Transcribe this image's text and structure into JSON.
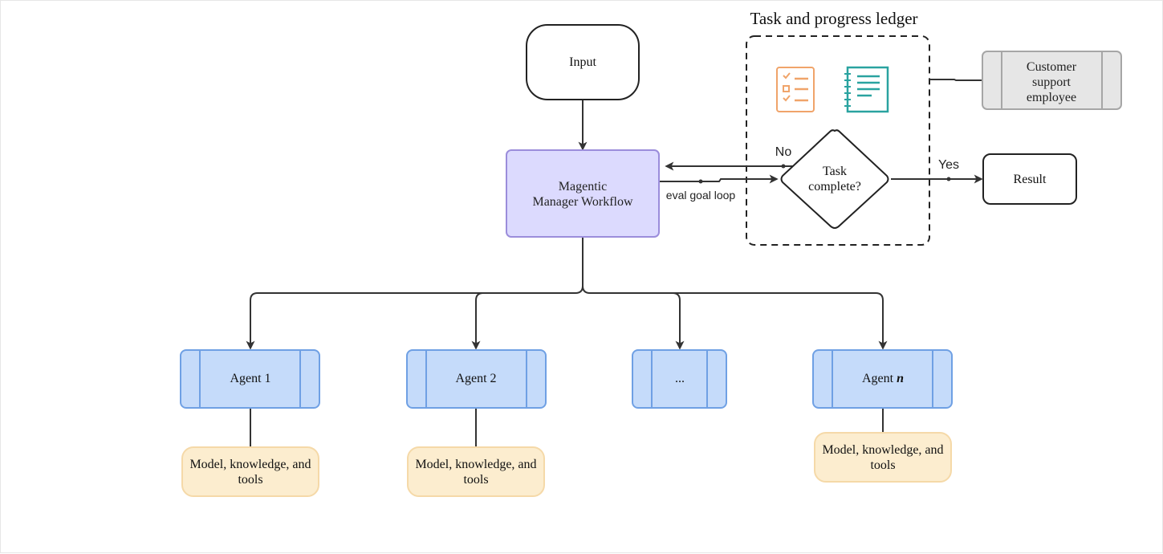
{
  "ledger": {
    "title": "Task and progress ledger"
  },
  "nodes": {
    "input": "Input",
    "manager_line1": "Magentic",
    "manager_line2": "Manager Workflow",
    "decision_line1": "Task",
    "decision_line2": "complete?",
    "result": "Result",
    "employee_line1": "Customer",
    "employee_line2": "support",
    "employee_line3": "employee"
  },
  "edges": {
    "loop_label": "eval goal loop",
    "no_label": "No",
    "yes_label": "Yes"
  },
  "agents": [
    {
      "label": "Agent 1",
      "italic_suffix": "",
      "tools_line1": "Model, knowledge, and",
      "tools_line2": "tools"
    },
    {
      "label": "Agent 2",
      "italic_suffix": "",
      "tools_line1": "Model, knowledge, and",
      "tools_line2": "tools"
    },
    {
      "label": "...",
      "italic_suffix": "",
      "tools_line1": "",
      "tools_line2": ""
    },
    {
      "label": "Agent ",
      "italic_suffix": "n",
      "tools_line1": "Model, knowledge, and",
      "tools_line2": "tools"
    }
  ],
  "icons": {
    "checklist": "checklist-icon",
    "notebook": "notebook-icon"
  },
  "colors": {
    "manager_fill": "#dcdafe",
    "manager_stroke": "#9b8ddb",
    "agent_fill": "#c5dbfa",
    "agent_stroke": "#6fa0e4",
    "tools_fill": "#fcedcf",
    "tools_stroke": "#f5d9a8",
    "employee_fill": "#e6e6e6",
    "employee_stroke": "#a6a6a6",
    "checklist_icon": "#f0a46a",
    "notebook_icon": "#2aa3a0",
    "line": "#333333"
  }
}
